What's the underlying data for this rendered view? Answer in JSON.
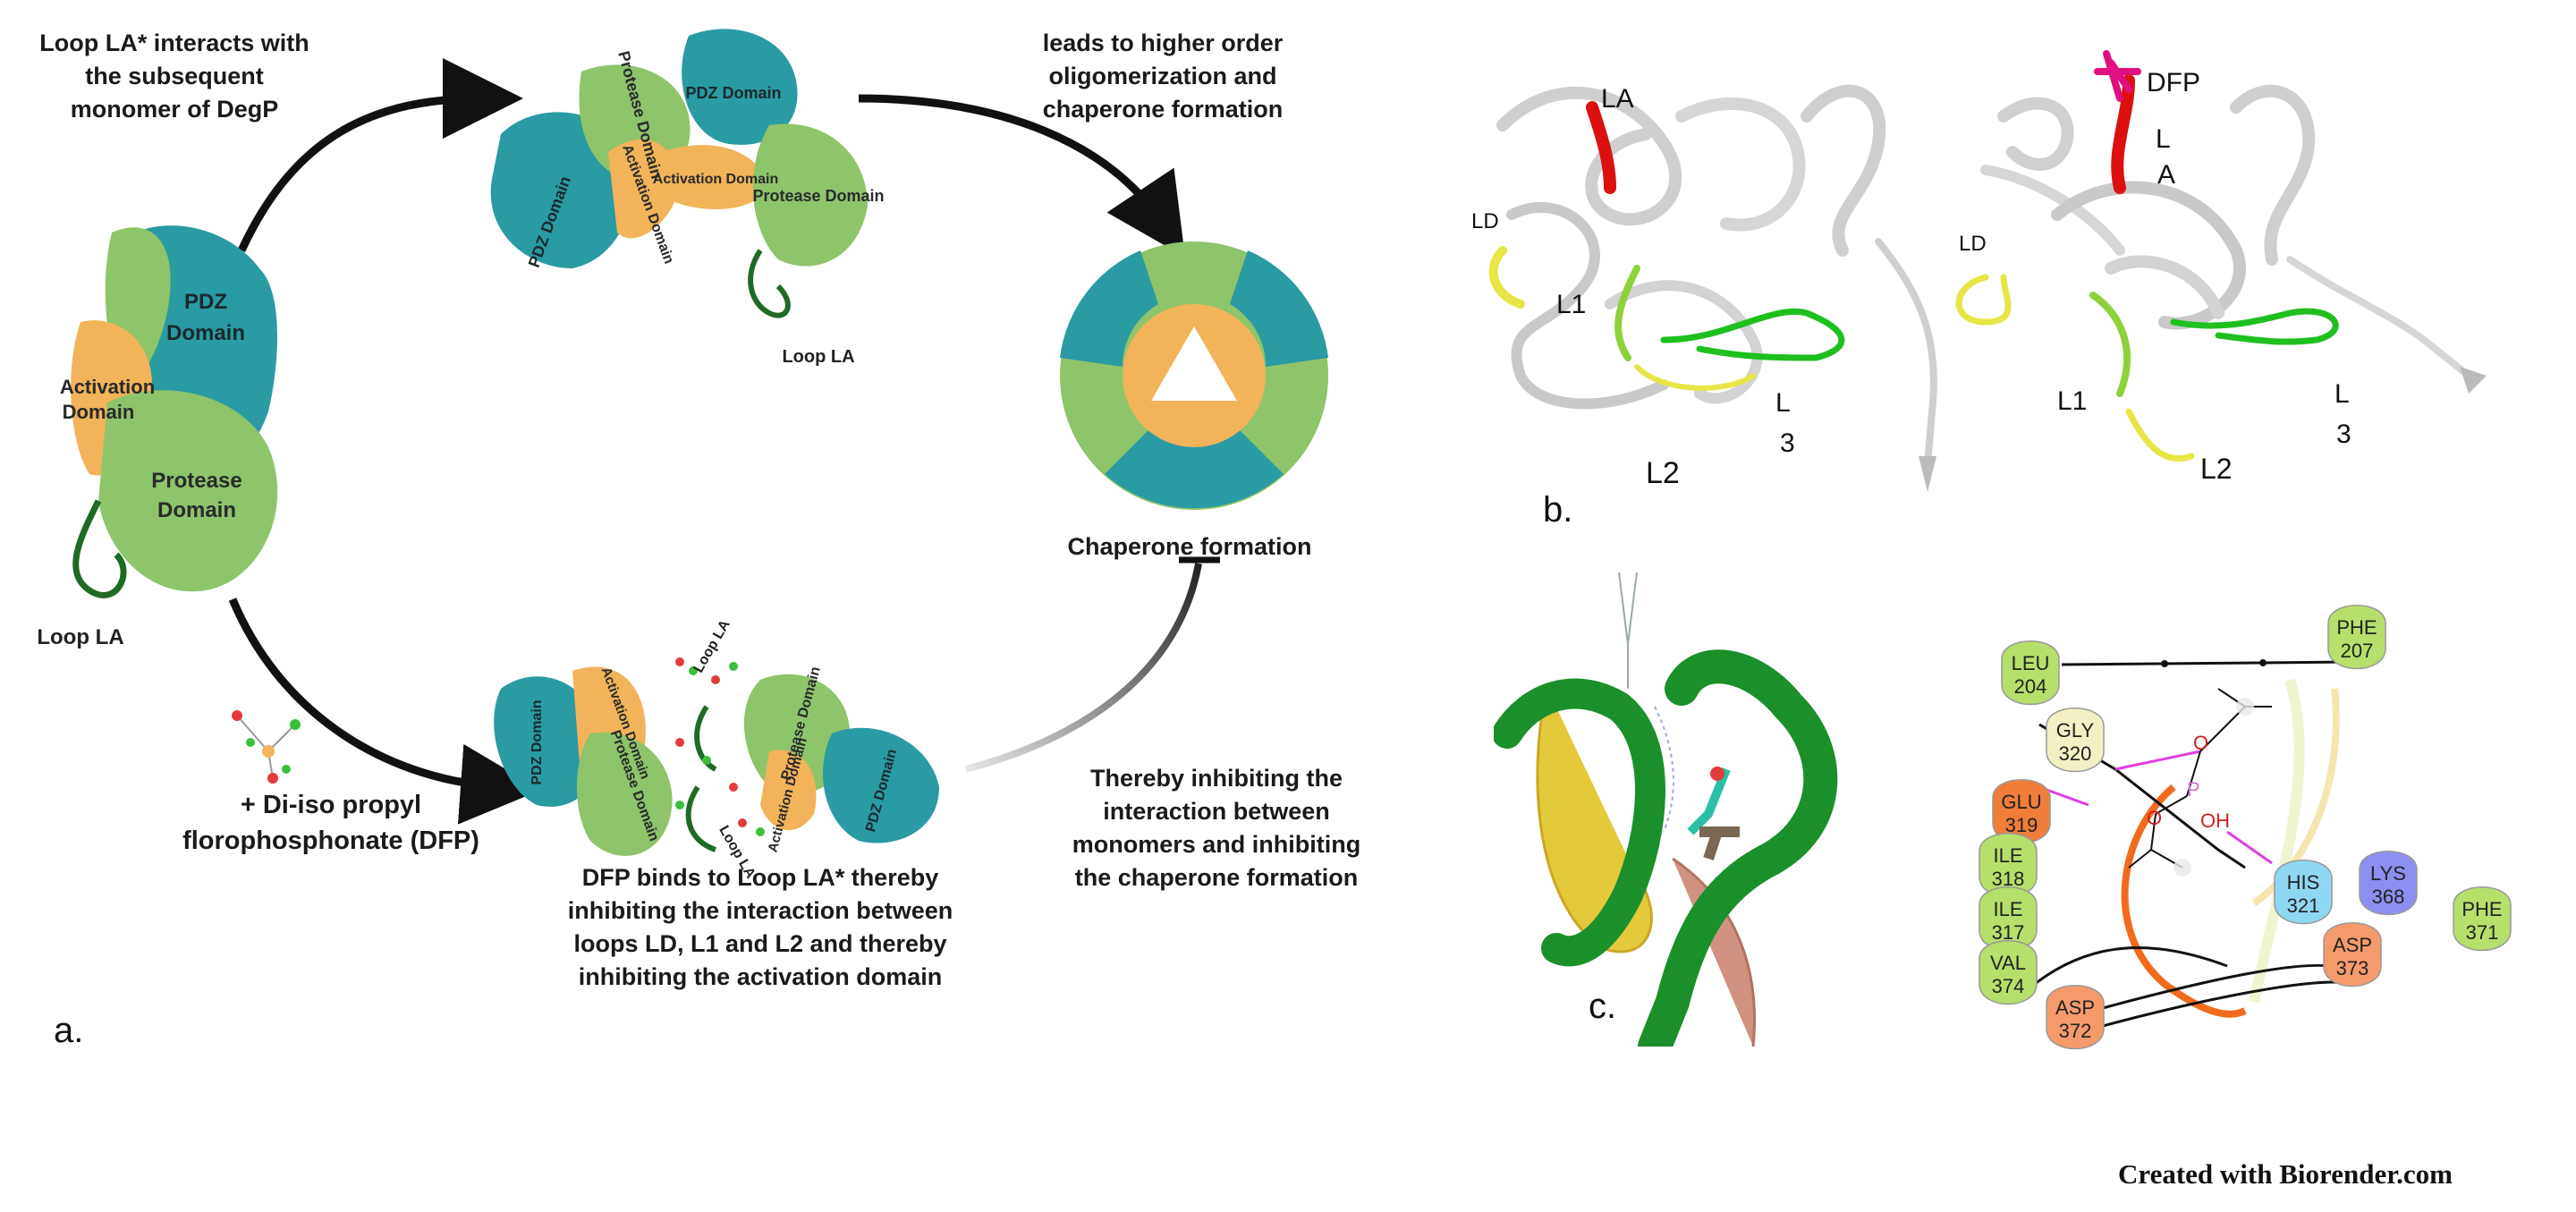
{
  "panel_a": {
    "letter": "a.",
    "caption_top_left": "Loop LA* interacts with the subsequent monomer of DegP",
    "caption_top_right": "leads to higher order oligomerization and chaperone formation",
    "caption_chaperone": "Chaperone formation",
    "caption_dfp_reagent": "+ Di-iso propyl florophosphonate (DFP)",
    "caption_bottom_center": "DFP binds to Loop LA* thereby inhibiting the interaction between loops LD, L1 and L2 and thereby inhibiting the activation domain",
    "caption_bottom_right": "Thereby inhibiting the interaction between monomers and inhibiting the chaperone formation",
    "monomer": {
      "pdz": "PDZ Domain",
      "activation": "Activation Domain",
      "protease": "Protease Domain",
      "loop": "Loop LA"
    },
    "dimer_top": {
      "pdz_a": "PDZ Domain",
      "protease_a": "Protease Domain",
      "pdz_b": "PDZ Domain",
      "activation_a": "Activation Domain",
      "activation_b": "Activation Domain",
      "protease_b": "Protease Domain",
      "loop": "Loop LA"
    },
    "dimer_bottom": {
      "pdz_a": "PDZ Domain",
      "activation_a": "Activation Domain",
      "protease_a": "Protease Domain",
      "loop_a": "Loop LA",
      "loop_b": "Loop LA",
      "protease_b": "Protease Domain",
      "activation_b": "Activation Domain",
      "pdz_b": "PDZ Domain"
    }
  },
  "panel_b": {
    "letter": "b.",
    "left": {
      "la": "LA",
      "ld": "LD",
      "l1": "L1",
      "l2": "L2",
      "l3a": "L",
      "l3b": "3"
    },
    "right": {
      "dfp": "DFP",
      "la_a": "L",
      "la_b": "A",
      "ld": "LD",
      "l1": "L1",
      "l2": "L2",
      "l3a": "L",
      "l3b": "3"
    }
  },
  "panel_c": {
    "letter": "c.",
    "residues": [
      {
        "name": "LEU",
        "num": "204",
        "color": "#b6df6b"
      },
      {
        "name": "PHE",
        "num": "207",
        "color": "#b6df6b"
      },
      {
        "name": "GLY",
        "num": "320",
        "color": "#f3f1c4"
      },
      {
        "name": "GLU",
        "num": "319",
        "color": "#f07d3a"
      },
      {
        "name": "ILE",
        "num": "318",
        "color": "#b6df6b"
      },
      {
        "name": "ILE",
        "num": "317",
        "color": "#b6df6b"
      },
      {
        "name": "HIS",
        "num": "321",
        "color": "#8fd8f2"
      },
      {
        "name": "LYS",
        "num": "368",
        "color": "#8d8ff0"
      },
      {
        "name": "PHE",
        "num": "371",
        "color": "#b6df6b"
      },
      {
        "name": "VAL",
        "num": "374",
        "color": "#b6df6b"
      },
      {
        "name": "ASP",
        "num": "373",
        "color": "#f59a6a"
      },
      {
        "name": "ASP",
        "num": "372",
        "color": "#f59a6a"
      }
    ],
    "ligand_atoms": {
      "o1": "O",
      "o2": "O",
      "p": "P",
      "oh": "OH"
    }
  },
  "footer": "Created with Biorender.com",
  "colors": {
    "teal": "#2a9aa3",
    "green": "#8ec46a",
    "orange": "#f2b35a",
    "loop": "#1f6b25"
  }
}
